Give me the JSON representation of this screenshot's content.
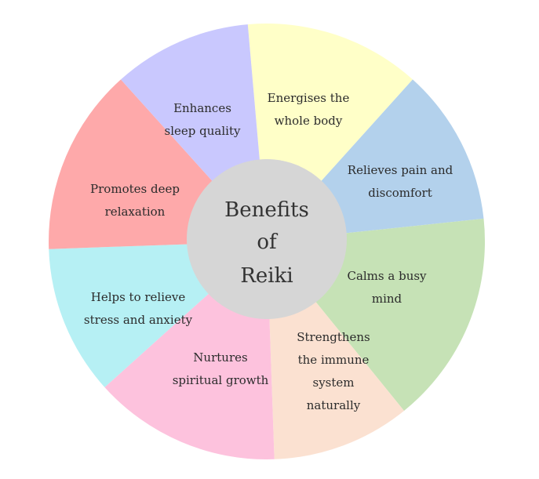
{
  "diagram": {
    "center": {
      "lines": [
        "Benefits",
        "of",
        "Reiki"
      ],
      "color": "#d6d6d6"
    },
    "segments": [
      {
        "name": "energises",
        "lines": [
          "Energises the",
          "whole body"
        ],
        "color": "#ffffc8"
      },
      {
        "name": "relieves-pain",
        "lines": [
          "Relieves pain and",
          "discomfort"
        ],
        "color": "#b3d1ec"
      },
      {
        "name": "calms-mind",
        "lines": [
          "Calms a busy",
          "mind"
        ],
        "color": "#c6e2b6"
      },
      {
        "name": "strengthens-immune",
        "lines": [
          "Strengthens",
          "the immune",
          "system",
          "naturally"
        ],
        "color": "#fbe1d1"
      },
      {
        "name": "nurtures-spiritual",
        "lines": [
          "Nurtures",
          "spiritual growth"
        ],
        "color": "#fdc2dd"
      },
      {
        "name": "relieves-stress",
        "lines": [
          "Helps to relieve",
          "stress and anxiety"
        ],
        "color": "#b6f0f4"
      },
      {
        "name": "promotes-relaxation",
        "lines": [
          "Promotes deep",
          "relaxation"
        ],
        "color": "#fea9aa"
      },
      {
        "name": "enhances-sleep",
        "lines": [
          "Enhances",
          "sleep quality"
        ],
        "color": "#c9c8fe"
      }
    ]
  }
}
